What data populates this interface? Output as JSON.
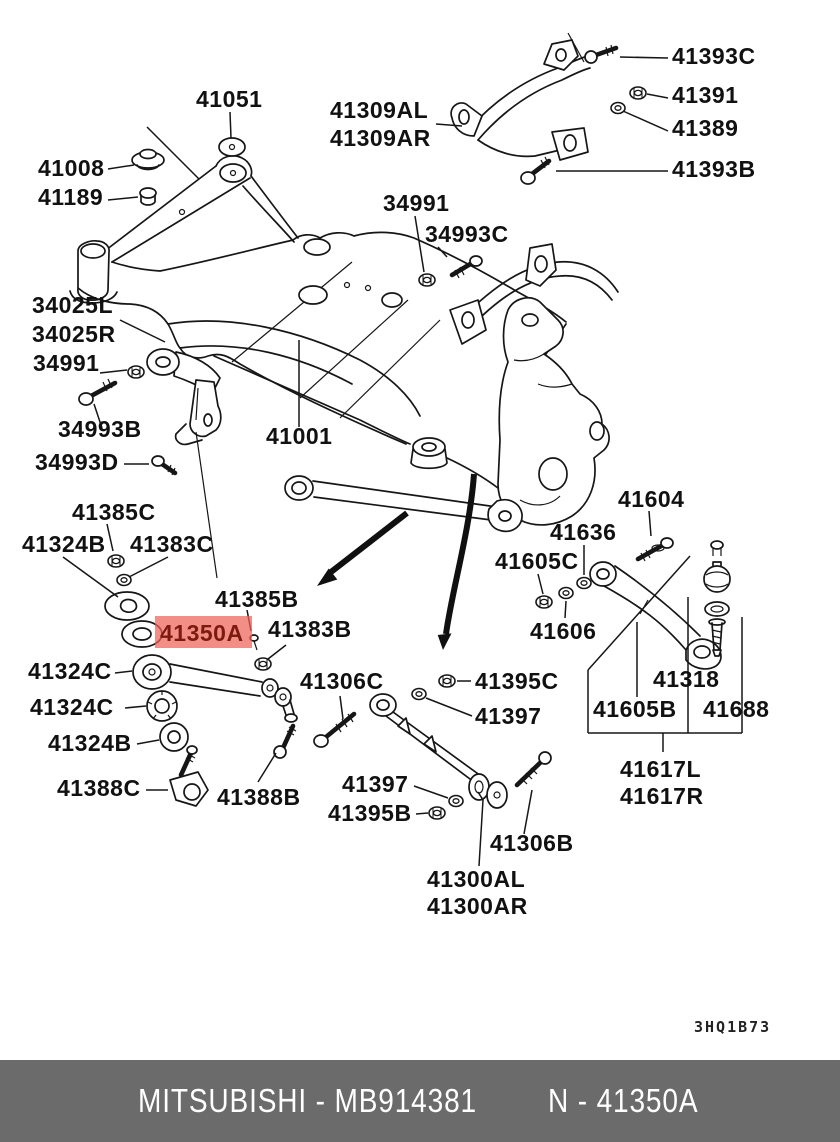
{
  "labels": {
    "a41051": "41051",
    "a41008": "41008",
    "a41189": "41189",
    "a41309AL": "41309AL",
    "a41309AR": "41309AR",
    "a41393C": "41393C",
    "a41391": "41391",
    "a41389": "41389",
    "a41393B": "41393B",
    "a34991a": "34991",
    "a34993C": "34993C",
    "a34025L": "34025L",
    "a34025R": "34025R",
    "a34991b": "34991",
    "a34993B": "34993B",
    "a34993D": "34993D",
    "a41001": "41001",
    "a41385C": "41385C",
    "a41324Ba": "41324B",
    "a41383C": "41383C",
    "a41385B": "41385B",
    "a41350A": "41350A",
    "a41383B": "41383B",
    "a41324Ca": "41324C",
    "a41324Cb": "41324C",
    "a41324Bb": "41324B",
    "a41388C": "41388C",
    "a41388B": "41388B",
    "a41306C": "41306C",
    "a41395C": "41395C",
    "a41397a": "41397",
    "a41397b": "41397",
    "a41395B": "41395B",
    "a41306B": "41306B",
    "a41300AL": "41300AL",
    "a41300AR": "41300AR",
    "a41604": "41604",
    "a41636": "41636",
    "a41605C": "41605C",
    "a41606": "41606",
    "a41318": "41318",
    "a41605B": "41605B",
    "a41688": "41688",
    "a41617L": "41617L",
    "a41617R": "41617R"
  },
  "drawing_code": "3HQ1B73",
  "highlight": {
    "part": "41350A",
    "box_color": "#ee6358",
    "box_opacity": "0.72",
    "text_color": "#7c1a10"
  },
  "footer": {
    "left_text": "MITSUBISHI - MB914381",
    "right_text": "N - 41350A",
    "bg_color": "#6b6b6b"
  }
}
